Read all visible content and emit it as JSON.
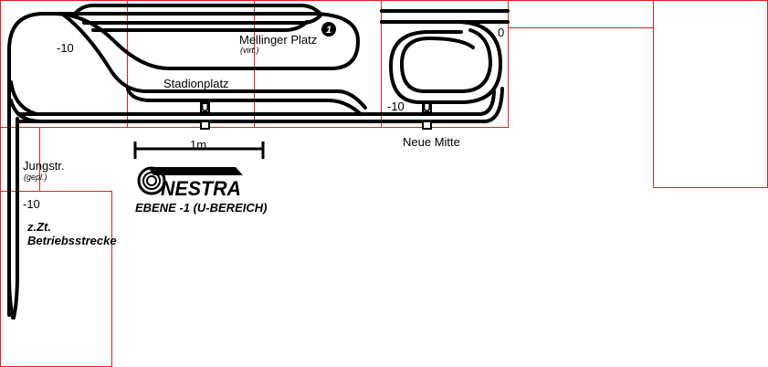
{
  "labels": {
    "mellinger": "Mellinger Platz",
    "mellinger_sub": "(virt.)",
    "mellinger_badge": "1",
    "stadionplatz": "Stadionplatz",
    "neue_mitte": "Neue Mitte",
    "jungstr": "Jungstr.",
    "jungstr_sub": "(gepl.)",
    "level_left": "-10",
    "level_neue_mitte": "-10",
    "level_right": "0",
    "level_jungstr": "-10",
    "note_line1": "z.Zt.",
    "note_line2": "Betriebsstrecke",
    "scale": "1m",
    "logo": "NESTRA",
    "level_title": "EBENE -1 (U-BEREICH)",
    "ubahn_marker": "U"
  },
  "colors": {
    "track": "#000000",
    "grid": "#e02020"
  }
}
